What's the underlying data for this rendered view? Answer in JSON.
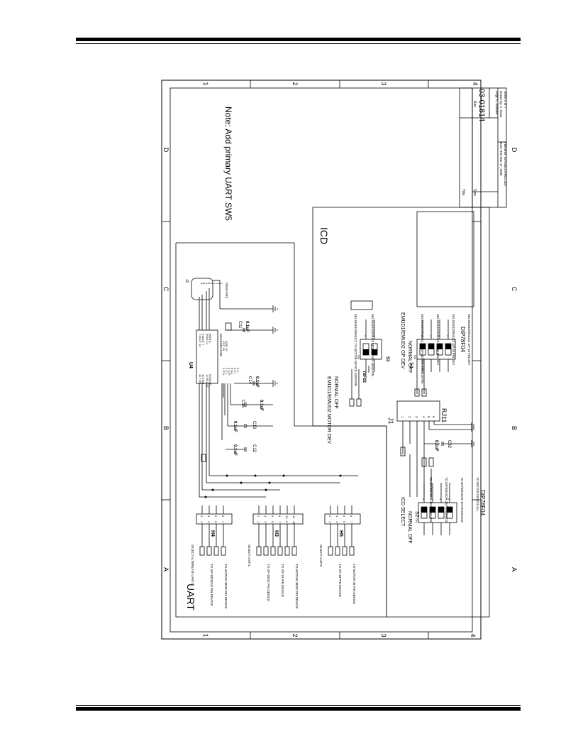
{
  "sheet": {
    "zone_numbers": [
      "1",
      "2",
      "3",
      "4"
    ],
    "zone_letters": [
      "A",
      "B",
      "C",
      "D"
    ],
    "note": "Note: Add primary UART SW5",
    "title_block": {
      "title_label": "Title",
      "size_label": "Size",
      "doc_number": "03-01814",
      "rev_label": "Rev",
      "date": "Date: Thu Mar 17, 2005",
      "drawn_by": "Drawn by: A. Rasa",
      "filename": "Filename: 03-01814 Rev.C.sch",
      "engr": "Engr: A. Veaudel",
      "sheet": "Sheet 4 of 7"
    }
  },
  "uart": {
    "title": "UART",
    "headers": [
      {
        "ref": "H4",
        "select": "SELECT ALTERNATE UART1",
        "lines": [
          "TO GP 48/28/18 PIN DEVICE",
          "TO MOTOR 48/28 PIN DEVICE"
        ],
        "pins_top": [
          "2",
          "4",
          "6",
          "8"
        ],
        "pins_bot": [
          "1",
          "3",
          "5",
          "7"
        ]
      },
      {
        "ref": "H3",
        "select": "SELECT UART1",
        "lines": [
          "TO GP 48/28 PIN DEVICE",
          "TO GP 18 PIN DEVICE",
          "TO MOTOR 48/28 PIN DEVICE"
        ],
        "pins_top": [
          "2",
          "4",
          "6",
          "8",
          "10",
          "12"
        ],
        "pins_bot": [
          "1",
          "3",
          "5",
          "7",
          "9",
          "11"
        ]
      },
      {
        "ref": "H5",
        "select": "SELECT UART2",
        "lines": [
          "TO GP 48 PIN DEVICE",
          "TO MOTOR 48 PIN DEVICE"
        ],
        "pins_top": [
          "2",
          "4",
          "6",
          "8"
        ],
        "pins_bot": [
          "1",
          "3",
          "5",
          "7"
        ]
      }
    ],
    "u4": {
      "ref": "U4",
      "part": "MAX3232ACSE",
      "left_pins": [
        "11 T1IN",
        "10 T2IN",
        "12 R1OUT",
        "9 R2OUT"
      ],
      "right_pins": [
        "T1OUT 14",
        "T2OUT 7",
        "R1IN 13",
        "R2IN 8"
      ],
      "cap_pins": [
        "1 C1+",
        "3 C1-",
        "4 C2+",
        "5 C2-",
        "2 V+",
        "6 V-"
      ],
      "power": [
        "VCC 16",
        "GND 15"
      ]
    },
    "j2": {
      "ref": "J2",
      "part": "DE9S-FRS",
      "pins": [
        "5",
        "9",
        "4",
        "8",
        "3",
        "7",
        "2",
        "6",
        "1"
      ]
    },
    "capacitors": [
      {
        "ref": "C11",
        "value": "0.1uF"
      },
      {
        "ref": "C12",
        "value": "0.1uF"
      },
      {
        "ref": "C13",
        "value": "0.1uF"
      },
      {
        "ref": "C14",
        "value": "0.1uF"
      },
      {
        "ref": "C15",
        "value": "0.1uF"
      }
    ]
  },
  "icd": {
    "title": "ICD",
    "s3": {
      "ref": "S3",
      "part": "78F02",
      "caption": [
        "EMUD1/EMUD2 MOTOR DEV",
        "NORMAL OFF"
      ],
      "lines": [
        "SEL EMUD1/EMUC1 TO MOTOR DEVICE 48/28 PIN",
        "SEL EMUD2/EMUC2 MOTOR DEV 48/28 PIN"
      ],
      "on_label": "ON"
    },
    "s4": {
      "ref": "S4",
      "part": "DIP78F04",
      "caption": [
        "EMUD1/EMUD2 GP DEV",
        "NORMAL OFF"
      ],
      "lines": [
        "SEL EMUD1/EMUC1 TO GP DEVICE 48/28/18 PIN",
        "SEL EMUD2/EMUC2 GP 48 PIN DEV",
        "SEL EMUD2/EMUC2 GP 28 PIN DEV",
        "SEL EMUD2/EMUC2 GP 18 PIN DEV"
      ],
      "on_label": "ON"
    },
    "s2": {
      "ref": "S2",
      "part": "DIP78F04",
      "caption": [
        "ICD SELECT",
        "NORMAL OFF"
      ],
      "lines": [
        "TO GP/SENSOR 48 PIN DEVICE",
        "TO GP/SENSOR 28 PIN DEVICE",
        "TO GP/SENSOR 18 PIN DEVICE",
        "TO MOTOR DEVICE ALL"
      ],
      "on_label": "ON"
    },
    "j1": {
      "ref": "J1",
      "part": "RJ11",
      "pins": [
        "1",
        "2",
        "3",
        "4",
        "5",
        "6"
      ]
    },
    "c32": {
      "ref": "C32",
      "value": "0.1uF"
    }
  }
}
